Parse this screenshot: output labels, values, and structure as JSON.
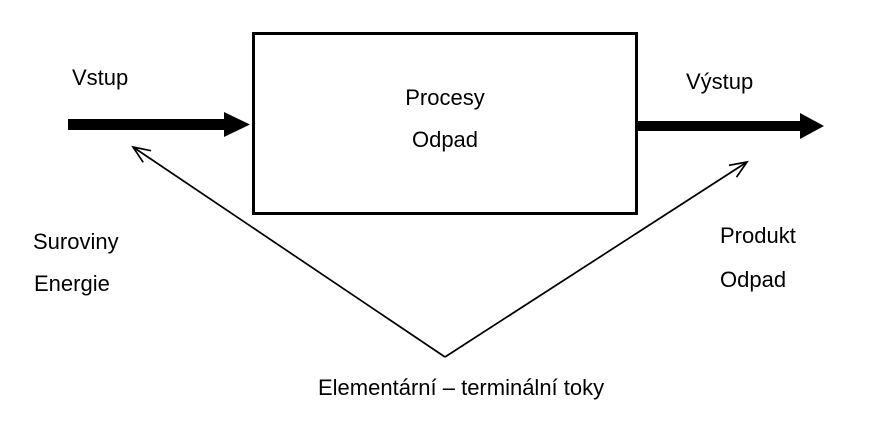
{
  "diagram": {
    "colors": {
      "line": "#000000",
      "background": "#ffffff",
      "text": "#000000"
    },
    "process_box": {
      "line1": "Procesy",
      "line2": "Odpad"
    },
    "labels": {
      "input": "Vstup",
      "output": "Výstup",
      "input_items": [
        "Suroviny",
        "Energie"
      ],
      "output_items": [
        "Produkt",
        "Odpad"
      ],
      "caption": "Elementární – terminální toky"
    },
    "icons": {
      "input_arrow": "thick-right-arrow",
      "output_arrow": "thick-right-arrow",
      "left_flow_arrow": "thin-arrow-up-left",
      "right_flow_arrow": "thin-arrow-up-right"
    }
  }
}
